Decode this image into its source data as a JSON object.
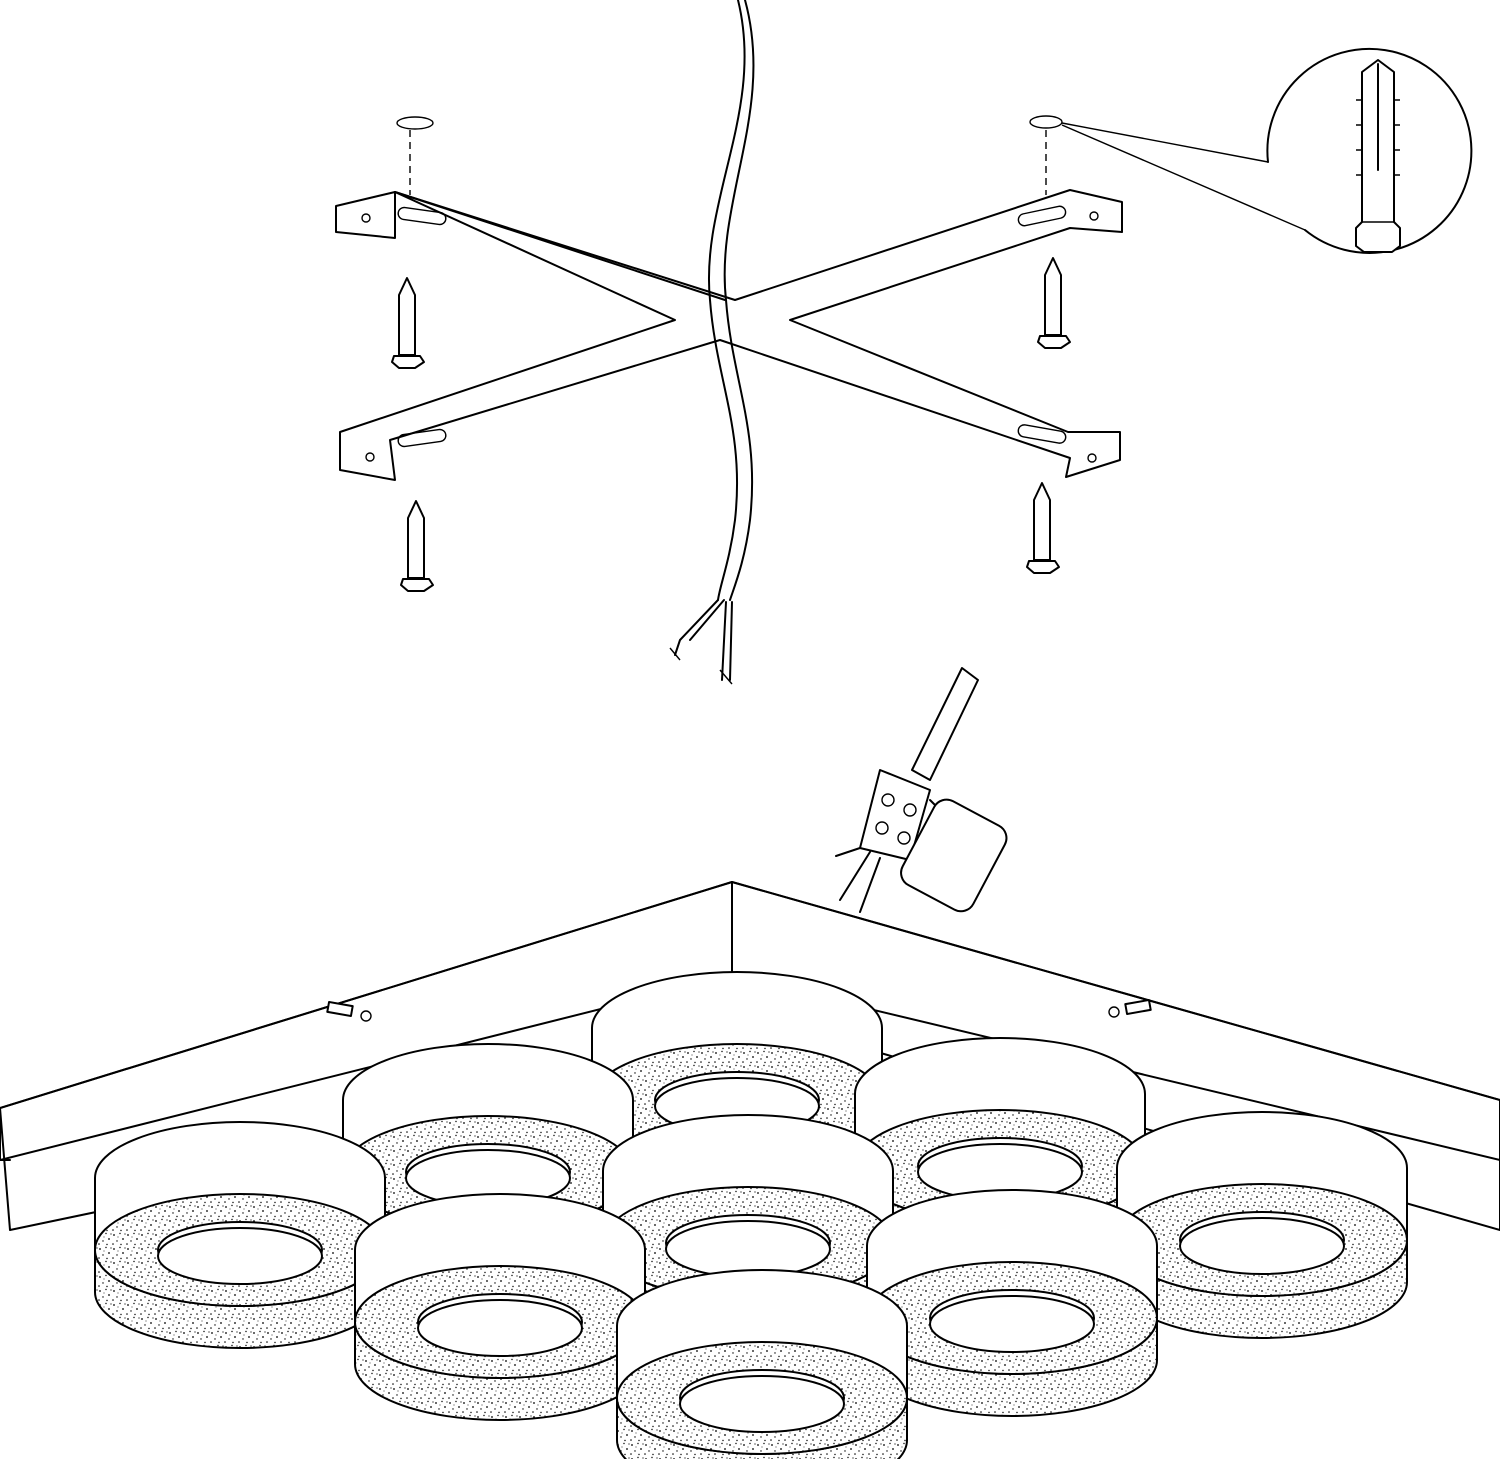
{
  "diagram": {
    "type": "assembly-instruction",
    "colors": {
      "line": "#000000",
      "background": "#ffffff"
    },
    "parts": [
      "mounting-bracket",
      "wall-plug",
      "screw",
      "power-cable",
      "terminal-block",
      "ceiling-lamp-base",
      "ring-light"
    ],
    "ring_count": 9,
    "screw_count": 4
  }
}
